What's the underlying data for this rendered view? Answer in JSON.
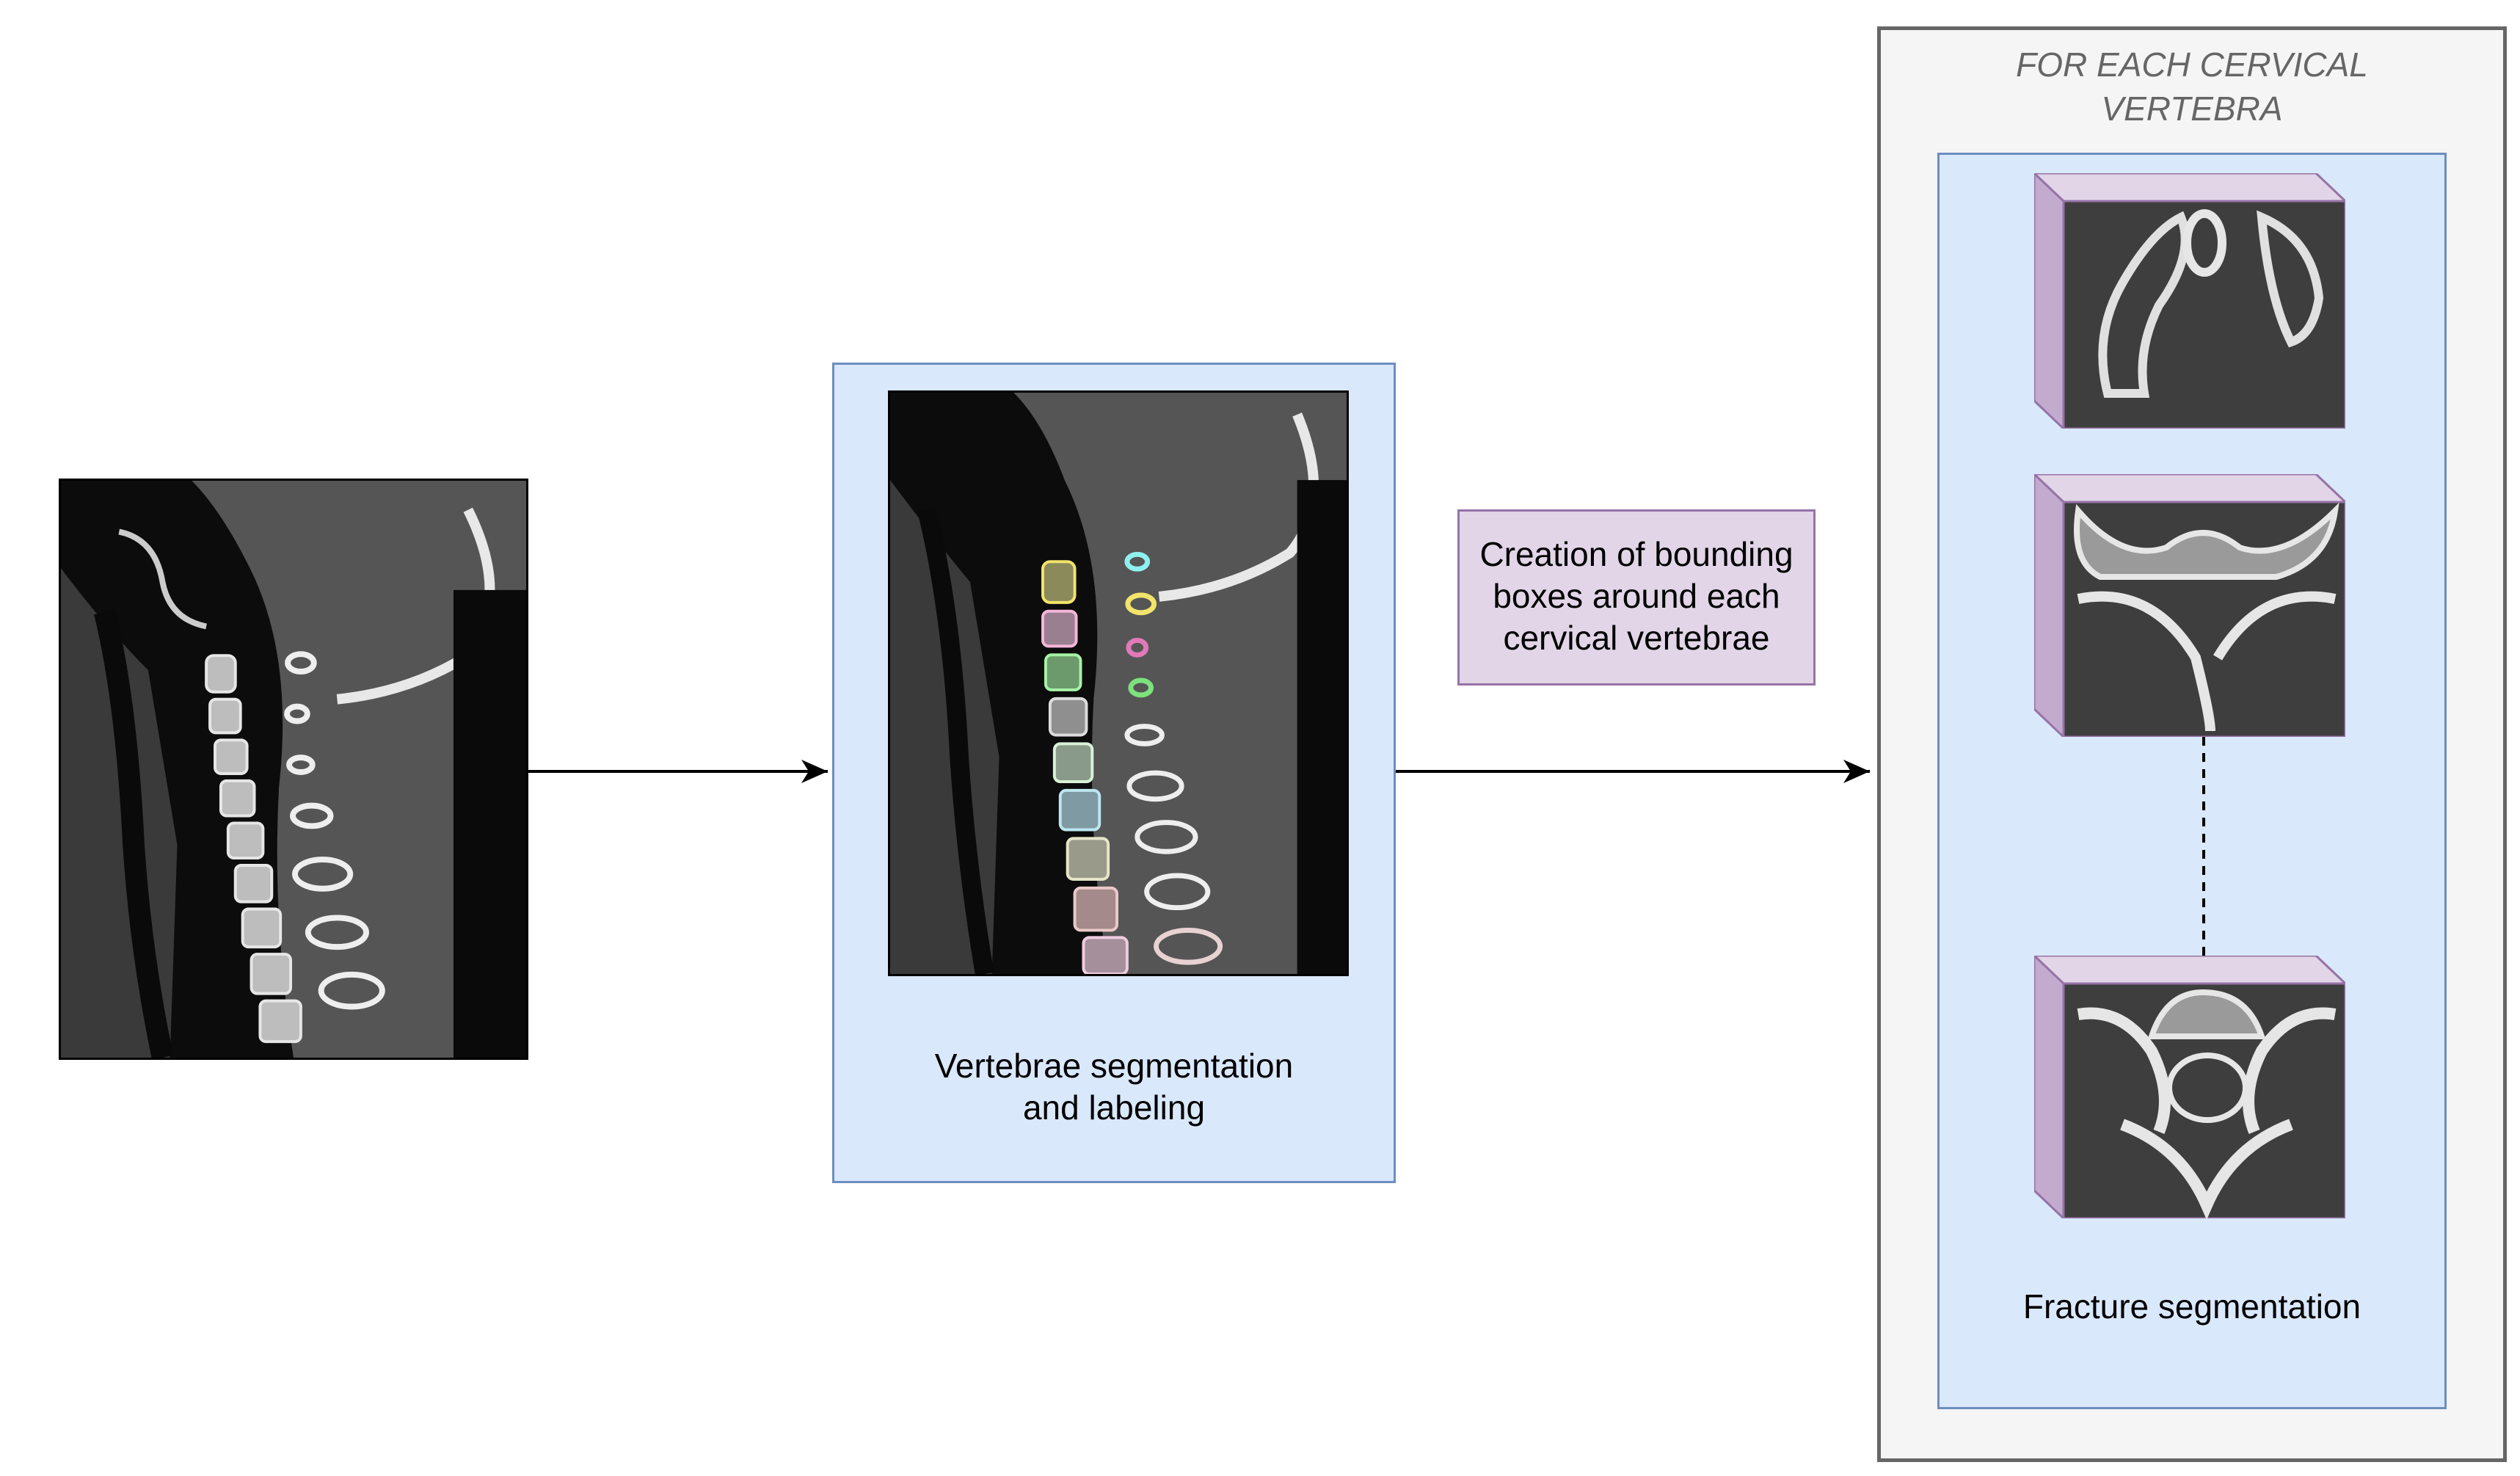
{
  "input_scan": {
    "icon": "sagittal-ct-neck-scan-image"
  },
  "segmentation_step": {
    "icon": "segmented-sagittal-ct-scan-image",
    "label_line1": "Vertebrae segmentation",
    "label_line2": "and labeling"
  },
  "bbox_step": {
    "line1": "Creation of bounding",
    "line2": "boxes around each",
    "line3": "cervical vertebrae"
  },
  "per_vertebra_group": {
    "title_line1": "FOR EACH CERVICAL",
    "title_line2": "VERTEBRA",
    "cubes": [
      {
        "icon": "axial-ct-cube-c1"
      },
      {
        "icon": "axial-ct-cube-c2"
      },
      {
        "icon": "axial-ct-cube-c7"
      }
    ],
    "label": "Fracture segmentation"
  },
  "colors": {
    "blue_fill": "#dae8fc",
    "blue_stroke": "#6c8ebf",
    "purple_fill": "#e1d5e7",
    "purple_stroke": "#9673a6",
    "grey_fill": "#f5f5f5",
    "grey_stroke": "#666666"
  }
}
